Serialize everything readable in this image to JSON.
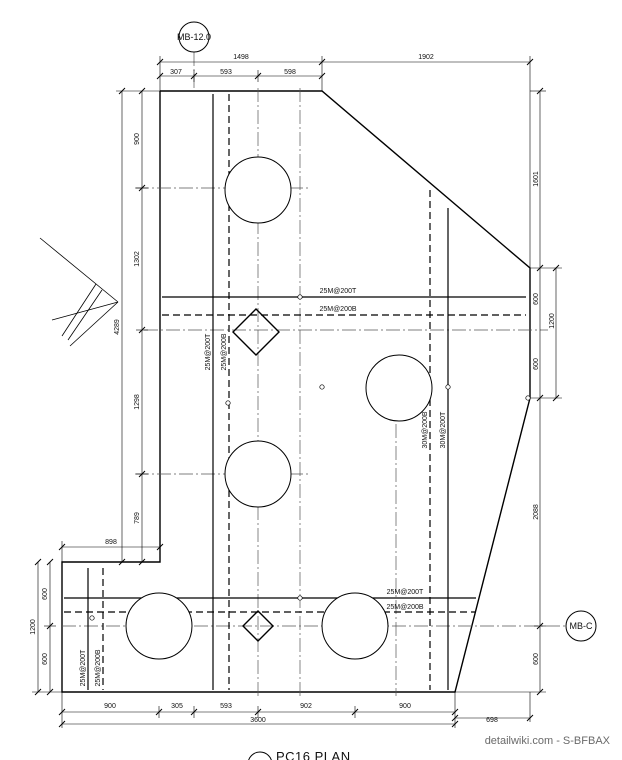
{
  "grid_labels": {
    "top": "MB-12.0",
    "right": "MB-C"
  },
  "dims_top": {
    "overall_left": "1498",
    "overall_right": "1902",
    "seg_1": "307",
    "seg_2": "593",
    "seg_3": "598"
  },
  "dims_left": {
    "d1": "900",
    "d2": "1302",
    "total": "4289",
    "d3": "1298",
    "d4": "789",
    "step_width": "898"
  },
  "dims_left_lower": {
    "d1": "600",
    "total": "1200",
    "d2": "600"
  },
  "dims_right": {
    "d1": "1601",
    "d2": "600",
    "mid": "1200",
    "d3": "600",
    "d4": "2088",
    "d5": "600"
  },
  "dims_bottom": {
    "seg_1": "900",
    "seg_2": "305",
    "seg_3": "593",
    "seg_4": "902",
    "seg_5": "900",
    "total": "3600",
    "offset": "698"
  },
  "rebar_labels": {
    "top_t": "25M@200T",
    "top_b": "25M@200B",
    "low_t": "25M@200T",
    "low_b": "25M@200B",
    "vert_left_t": "25M@200T",
    "vert_left_b": "25M@200B",
    "vert_right_b": "30M@200B",
    "vert_right_t": "30M@200T",
    "vert_low_t": "25M@200T",
    "vert_low_b": "25M@200B"
  },
  "title": "PC16 PLAN",
  "watermark": "detailwiki.com - S-BFBAX"
}
